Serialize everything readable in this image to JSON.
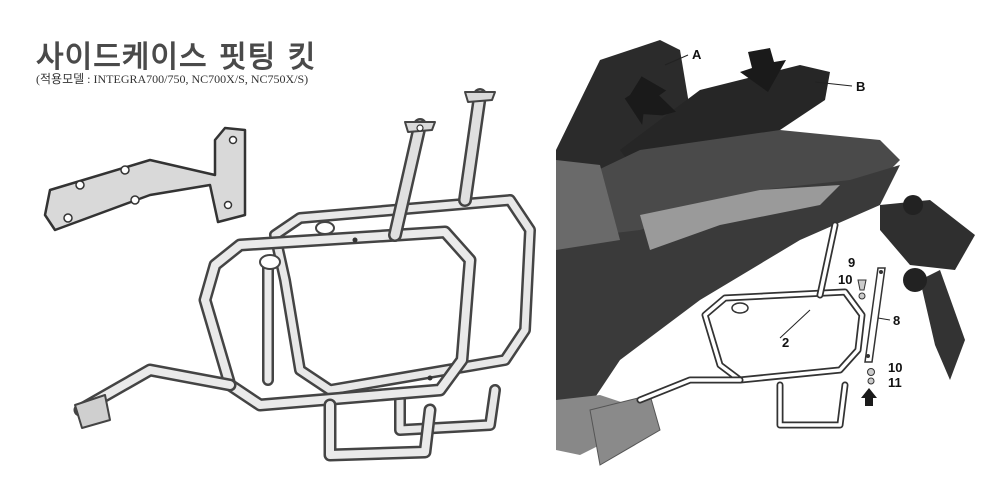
{
  "header": {
    "title": "사이드케이스 핏팅 킷",
    "subtitle": "(적용모델 : INTEGRA700/750, NC700X/S, NC750X/S)"
  },
  "callouts": {
    "a": "A",
    "b": "B",
    "p2": "2",
    "p8": "8",
    "p9": "9",
    "p10_top": "10",
    "p10_bottom": "10",
    "p11": "11"
  },
  "colors": {
    "frame_fill": "#e8e8e8",
    "frame_stroke": "#444444",
    "bike_dark": "#2b2b2b",
    "bike_mid": "#5a5a5a",
    "arrow": "#1a1a1a"
  }
}
